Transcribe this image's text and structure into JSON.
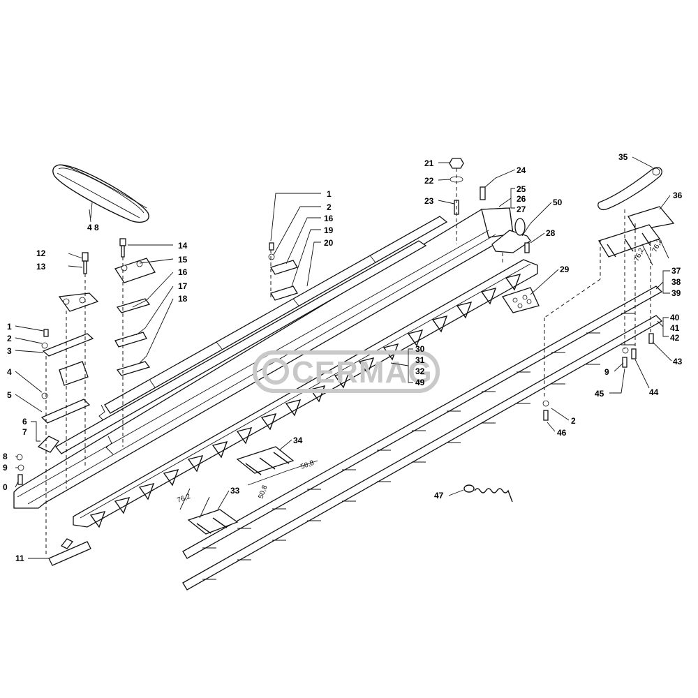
{
  "watermark": {
    "text": "CERMAG"
  },
  "callouts": [
    {
      "id": "c48",
      "text": "4 8"
    },
    {
      "id": "c12",
      "text": "12"
    },
    {
      "id": "c13",
      "text": "13"
    },
    {
      "id": "c14",
      "text": "14"
    },
    {
      "id": "c15",
      "text": "15"
    },
    {
      "id": "c16a",
      "text": "16"
    },
    {
      "id": "c17",
      "text": "17"
    },
    {
      "id": "c18",
      "text": "18"
    },
    {
      "id": "c1a",
      "text": "1"
    },
    {
      "id": "c2a",
      "text": "2"
    },
    {
      "id": "c3",
      "text": "3"
    },
    {
      "id": "c4",
      "text": "4"
    },
    {
      "id": "c5",
      "text": "5"
    },
    {
      "id": "c6",
      "text": "6"
    },
    {
      "id": "c7",
      "text": "7"
    },
    {
      "id": "c8",
      "text": "8"
    },
    {
      "id": "c9a",
      "text": "9"
    },
    {
      "id": "c0",
      "text": "0"
    },
    {
      "id": "c11",
      "text": "11"
    },
    {
      "id": "c1b",
      "text": "1"
    },
    {
      "id": "c2b",
      "text": "2"
    },
    {
      "id": "c16b",
      "text": "16"
    },
    {
      "id": "c19",
      "text": "19"
    },
    {
      "id": "c20",
      "text": "20"
    },
    {
      "id": "c21",
      "text": "21"
    },
    {
      "id": "c22",
      "text": "22"
    },
    {
      "id": "c23",
      "text": "23"
    },
    {
      "id": "c24",
      "text": "24"
    },
    {
      "id": "c25",
      "text": "25"
    },
    {
      "id": "c26",
      "text": "26"
    },
    {
      "id": "c27",
      "text": "27"
    },
    {
      "id": "c50",
      "text": "50"
    },
    {
      "id": "c28",
      "text": "28"
    },
    {
      "id": "c29",
      "text": "29"
    },
    {
      "id": "c30",
      "text": "30"
    },
    {
      "id": "c31",
      "text": "31"
    },
    {
      "id": "c32",
      "text": "32"
    },
    {
      "id": "c49",
      "text": "49"
    },
    {
      "id": "c34",
      "text": "34"
    },
    {
      "id": "c33",
      "text": "33"
    },
    {
      "id": "c35",
      "text": "35"
    },
    {
      "id": "c36",
      "text": "36"
    },
    {
      "id": "c37",
      "text": "37"
    },
    {
      "id": "c38",
      "text": "38"
    },
    {
      "id": "c39",
      "text": "39"
    },
    {
      "id": "c40",
      "text": "40"
    },
    {
      "id": "c41",
      "text": "41"
    },
    {
      "id": "c42",
      "text": "42"
    },
    {
      "id": "c43",
      "text": "43"
    },
    {
      "id": "c9b",
      "text": "9"
    },
    {
      "id": "c45",
      "text": "45"
    },
    {
      "id": "c44",
      "text": "44"
    },
    {
      "id": "c2c",
      "text": "2"
    },
    {
      "id": "c46",
      "text": "46"
    },
    {
      "id": "c47",
      "text": "47"
    }
  ],
  "dimensions": {
    "d762a": "76,2",
    "d762b": "76,2",
    "d508a": "50,8",
    "d508b": "50,8",
    "d762c": "76,2"
  }
}
